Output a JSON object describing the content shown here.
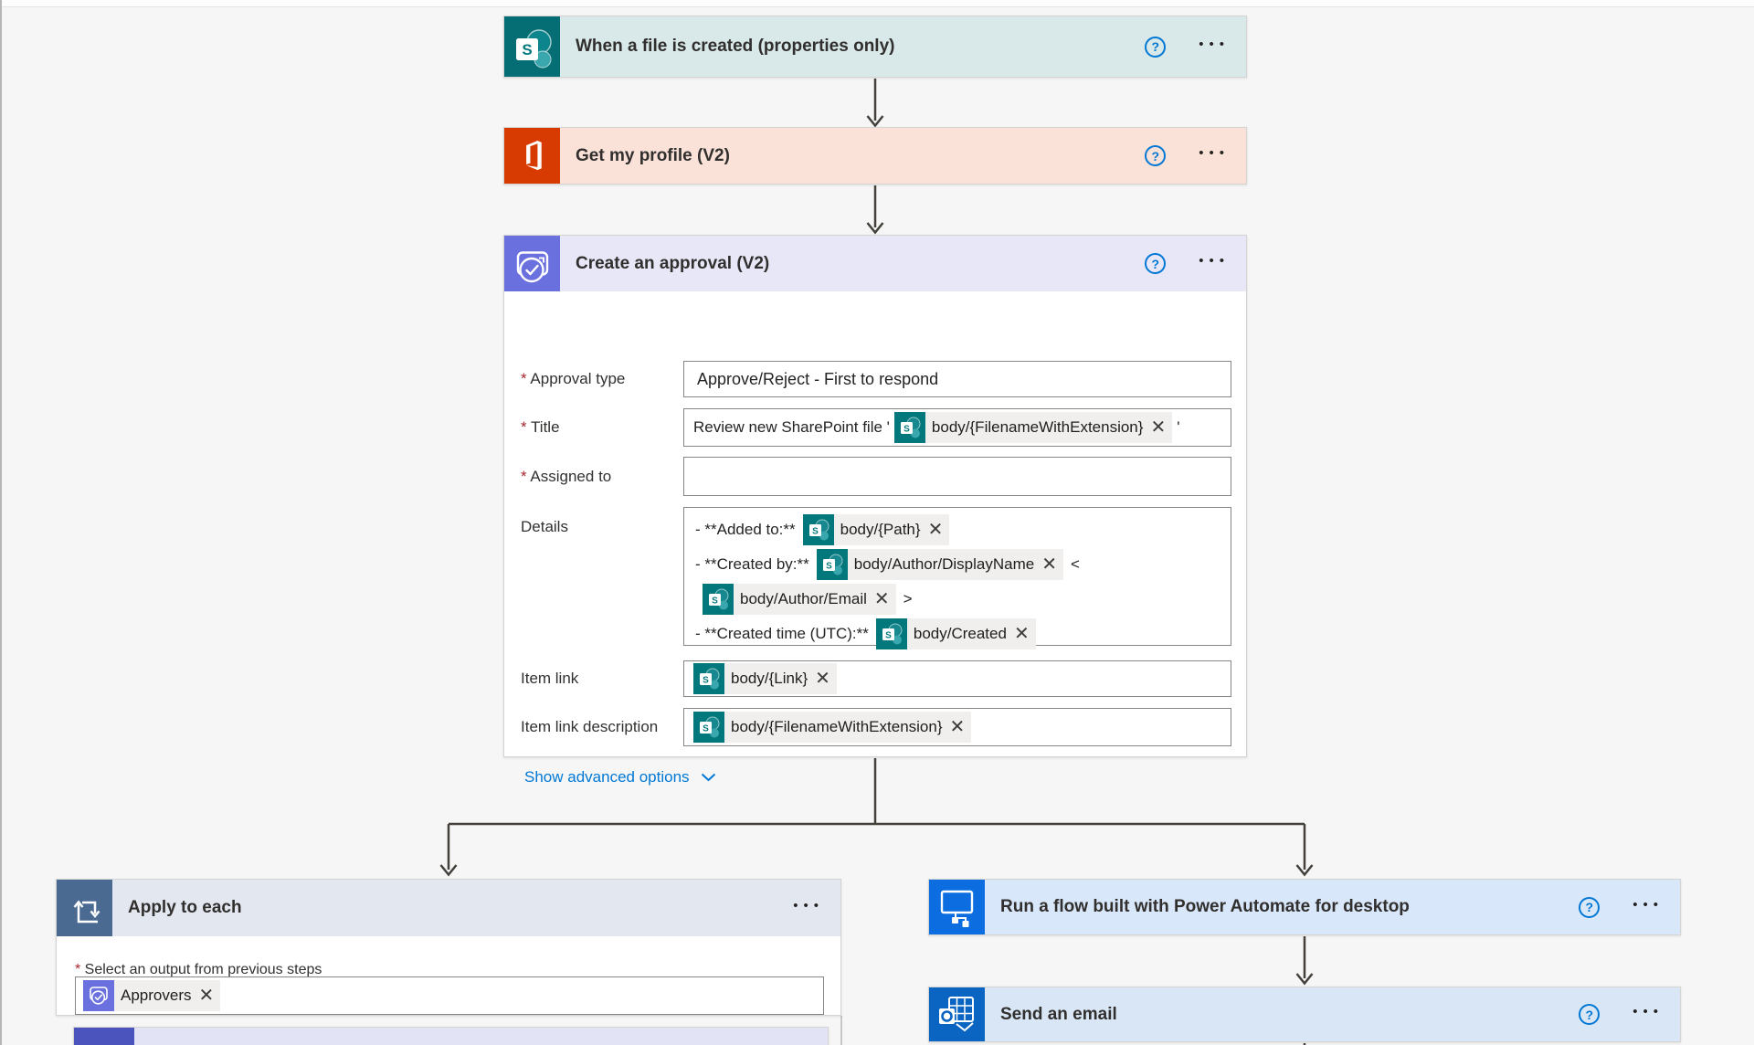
{
  "icons": {
    "help": "?",
    "ellipsis": "•••",
    "remove": "✕"
  },
  "colors": {
    "sharepoint": "#056e74",
    "office": "#d83b01",
    "approvals": "#6a70dd",
    "apply_each": "#4a6a92",
    "desktop_flow": "#0b6de0",
    "outlook": "#0a64c2",
    "nested_action": "#4b53bc",
    "link": "#0078d4",
    "connector": "#44403b"
  },
  "cards": {
    "trigger": {
      "title": "When a file is created (properties only)"
    },
    "profile": {
      "title": "Get my profile (V2)"
    },
    "approval": {
      "title": "Create an approval (V2)",
      "approval_type": {
        "label": "Approval type",
        "value": "Approve/Reject - First to respond"
      },
      "title_field": {
        "label": "Title",
        "prefix": "Review new SharePoint file '",
        "token": "body/{FilenameWithExtension}",
        "suffix": "'"
      },
      "assigned_to": {
        "label": "Assigned to",
        "value": ""
      },
      "details": {
        "label": "Details",
        "lines": [
          {
            "prefix": "- **Added to:**",
            "token": "body/{Path}",
            "suffix": ""
          },
          {
            "prefix": "- **Created by:**",
            "token": "body/Author/DisplayName",
            "suffix": "<"
          },
          {
            "prefix": "",
            "token": "body/Author/Email",
            "suffix": ">"
          },
          {
            "prefix": "- **Created time (UTC):**",
            "token": "body/Created",
            "suffix": ""
          }
        ]
      },
      "item_link": {
        "label": "Item link",
        "token": "body/{Link}"
      },
      "item_link_description": {
        "label": "Item link description",
        "token": "body/{FilenameWithExtension}"
      },
      "advanced_link": "Show advanced options"
    },
    "apply_each": {
      "title": "Apply to each",
      "select_label": "Select an output from previous steps",
      "token": "Approvers"
    },
    "run_flow": {
      "title": "Run a flow built with Power Automate for desktop"
    },
    "send_email": {
      "title": "Send an email"
    }
  }
}
